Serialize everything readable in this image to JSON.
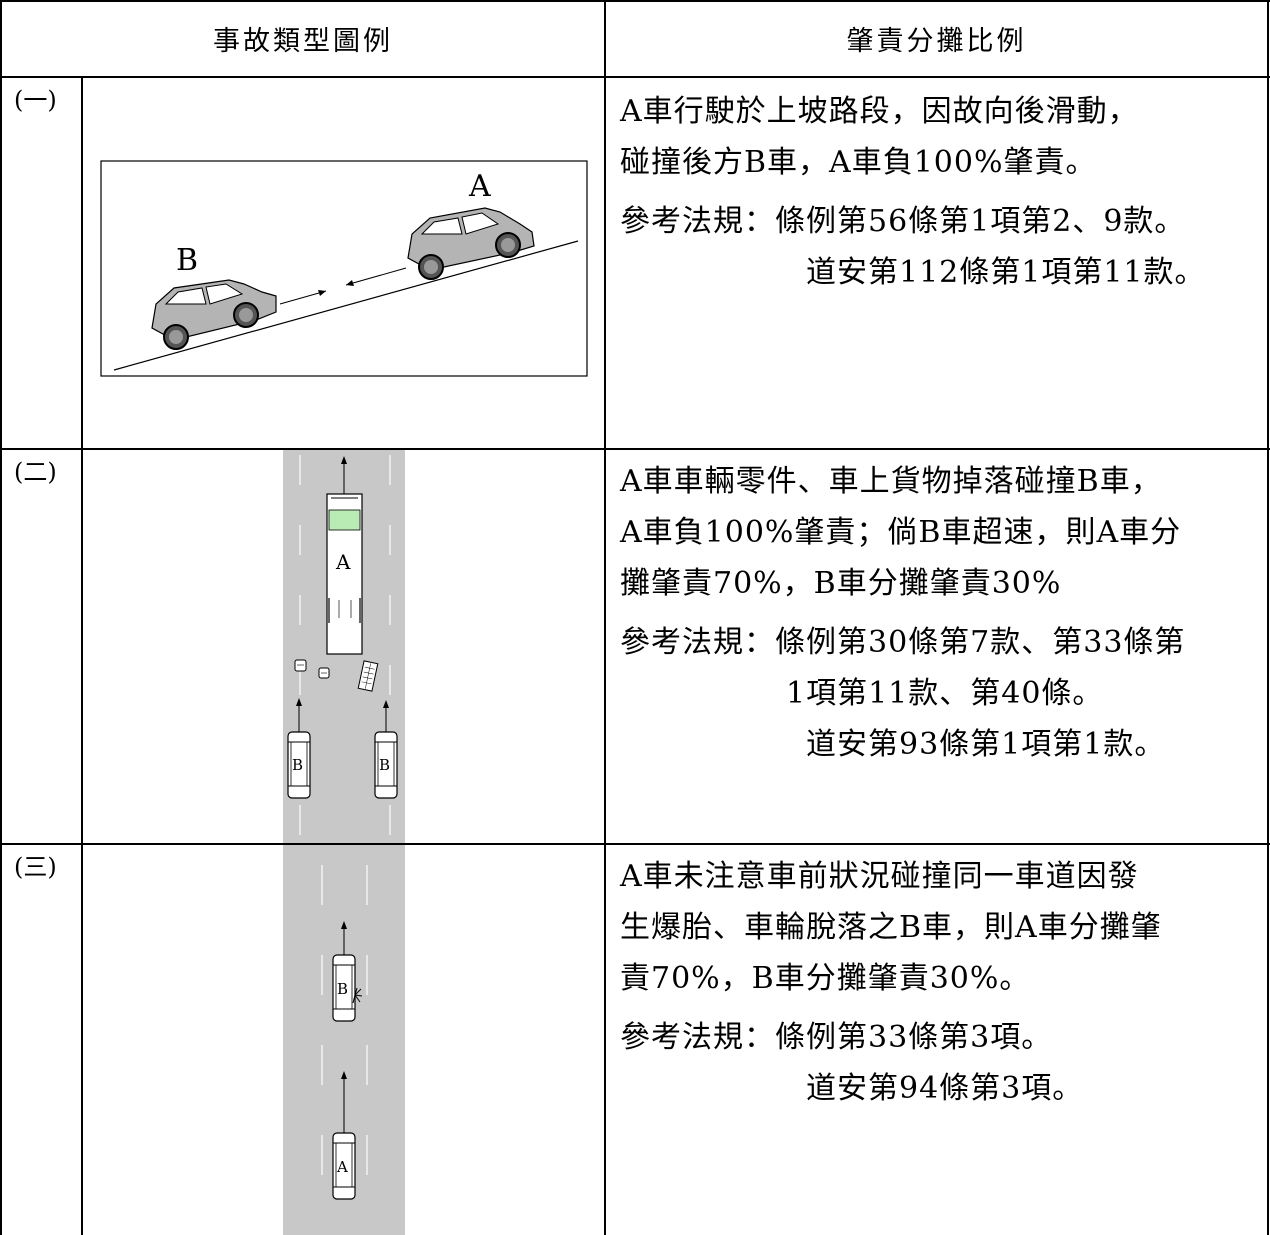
{
  "header": {
    "col1": "事故類型圖例",
    "col2": "肇責分攤比例"
  },
  "cases": [
    {
      "label": "(一)",
      "description": [
        "A車行駛於上坡路段，因故向後滑動，",
        "碰撞後方B車，A車負100%肇責。"
      ],
      "references": [
        "參考法規：條例第56條第1項第2、9款。",
        "道安第112條第1項第11款。"
      ],
      "diagram": {
        "vehicle_a": "A",
        "vehicle_b": "B"
      }
    },
    {
      "label": "(二)",
      "description": [
        "A車車輛零件、車上貨物掉落碰撞B車，",
        "A車負100%肇責；倘B車超速，則A車分",
        "攤肇責70%，B車分攤肇責30%"
      ],
      "references": [
        "參考法規：條例第30條第7款、第33條第",
        "1項第11款、第40條。",
        "道安第93條第1項第1款。"
      ],
      "diagram": {
        "vehicle_a": "A",
        "vehicle_b": "B"
      }
    },
    {
      "label": "(三)",
      "description": [
        "A車未注意車前狀況碰撞同一車道因發",
        "生爆胎、車輪脫落之B車，則A車分攤肇",
        "責70%，B車分攤肇責30%。"
      ],
      "references": [
        "參考法規：條例第33條第3項。",
        "道安第94條第3項。"
      ],
      "diagram": {
        "vehicle_a": "A",
        "vehicle_b": "B"
      }
    }
  ],
  "colors": {
    "road": "#c8c8c8",
    "car_body": "#b4b4b4",
    "bus_window": "#b8ecb4"
  }
}
